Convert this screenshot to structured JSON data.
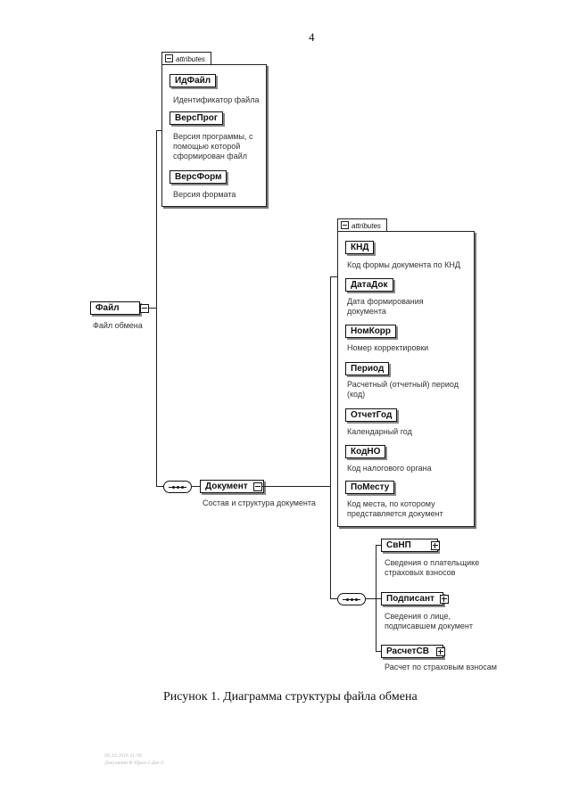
{
  "page_number": "4",
  "attributes_label": "attributes",
  "file_attrs": [
    {
      "name": "ИдФайл",
      "desc": "Идентификатор файла"
    },
    {
      "name": "ВерсПрог",
      "desc": "Версия программы, с помощью которой сформирован файл"
    },
    {
      "name": "ВерсФорм",
      "desc": "Версия формата"
    }
  ],
  "root": {
    "name": "Файл",
    "desc": "Файл обмена"
  },
  "document": {
    "name": "Документ",
    "desc": "Состав и структура документа"
  },
  "doc_attrs": [
    {
      "name": "КНД",
      "desc": "Код формы документа по КНД"
    },
    {
      "name": "ДатаДок",
      "desc": "Дата формирования документа"
    },
    {
      "name": "НомКорр",
      "desc": "Номер корректировки"
    },
    {
      "name": "Период",
      "desc": "Расчетный (отчетный) период (код)"
    },
    {
      "name": "ОтчетГод",
      "desc": "Календарный год"
    },
    {
      "name": "КодНО",
      "desc": "Код налогового органа"
    },
    {
      "name": "ПоМесту",
      "desc": "Код места, по которому представляется документ"
    }
  ],
  "children": [
    {
      "name": "СвНП",
      "desc": "Сведения о плательщике страховых взносов"
    },
    {
      "name": "Подписант",
      "desc": "Сведения о лице, подписавшем документ"
    },
    {
      "name": "РасчетСВ",
      "desc": "Расчет по страховым взносам"
    }
  ],
  "caption": "Рисунок 1. Диаграмма структуры файла обмена",
  "stamp": {
    "line1": "05.10.2016 11:56",
    "line2": "Документ К-Прил-1.doc-3"
  }
}
